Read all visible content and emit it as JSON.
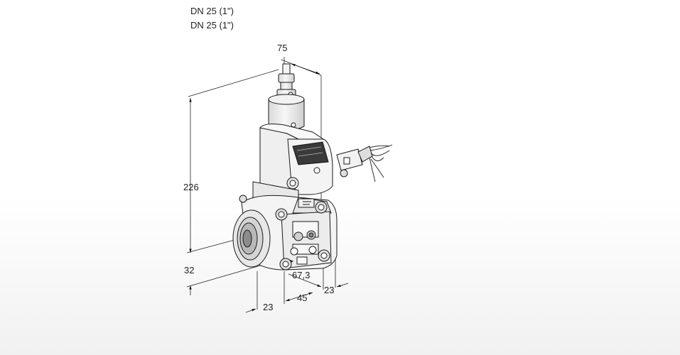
{
  "header": {
    "line1": "DN 25 (1\")",
    "line2": "DN 25 (1\")"
  },
  "dimensions": {
    "width_top": "75",
    "height_total": "226",
    "height_bottom": "32",
    "depth_front": "23",
    "depth_mid": "45",
    "depth_side": "23",
    "offset_body": "67,3"
  },
  "drawing": {
    "line_color": "#1a1a1a",
    "body_fill": "#f4f4f4",
    "shade_fill": "#dcdcdc"
  }
}
